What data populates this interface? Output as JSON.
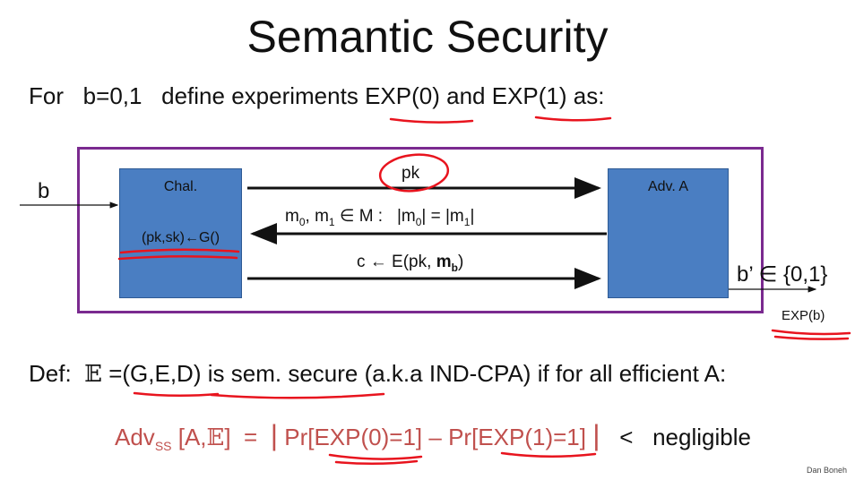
{
  "title": "Semantic Security",
  "intro": {
    "prefix": "For",
    "b_values": "b=0,1",
    "text": "define experiments",
    "exp0": "EXP(0)",
    "and": "and",
    "exp1": "EXP(1)",
    "suffix": "as:"
  },
  "diagram": {
    "input_b": "b",
    "challenger_label": "Chal.",
    "challenger_keygen": "(pk,sk)←G()",
    "adversary_label": "Adv. A",
    "msg_pk": "pk",
    "msg_m_pre": "m",
    "msg_m_sub0": "0",
    "msg_m_mid": ", m",
    "msg_m_sub1": "1",
    "msg_m_in": "∈ M :",
    "msg_len_a": "|m",
    "msg_len_a_sub": "0",
    "msg_len_eq": "| = |m",
    "msg_len_b_sub": "1",
    "msg_len_close": "|",
    "msg_c_pre": "c ← E(pk,",
    "msg_c_m": "m",
    "msg_c_sub": "b",
    "msg_c_close": ")",
    "output": "b’ ∈ {0,1}",
    "exp_b": "EXP(b)"
  },
  "definition": {
    "def_label": "Def:",
    "scheme_symbol": "𝔼",
    "eq_tuple": "=(G,E,D)",
    "is": "is",
    "sem_secure": "sem. secure",
    "rest": "(a.k.a IND-CPA) if for all efficient  A:"
  },
  "advantage": {
    "adv": "Adv",
    "adv_sub": "SS",
    "args": "[A,",
    "scheme": "𝔼",
    "args_close": "]",
    "equals": "=",
    "bar": "|",
    "pr0": "Pr[EXP(0)=1]",
    "minus": "–",
    "pr1": "Pr[EXP(1)=1]",
    "lt": "<",
    "negligible": "negligible"
  },
  "credit": "Dan Boneh",
  "colors": {
    "frame": "#7a2a8f",
    "box": "#4a7ec2",
    "annotation": "#e8141e",
    "formula": "#c0504d"
  }
}
